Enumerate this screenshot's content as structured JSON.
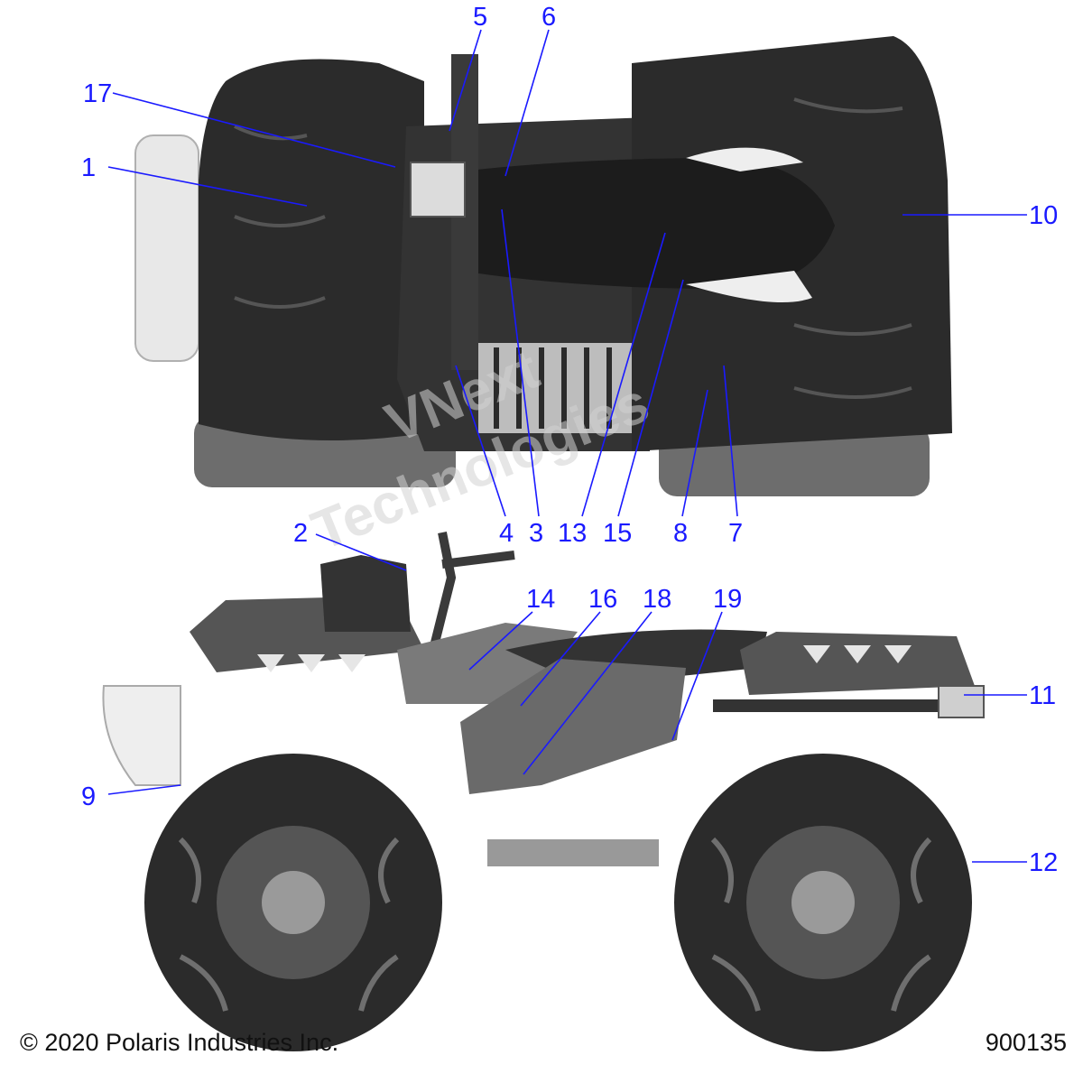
{
  "callouts": [
    {
      "id": "c1",
      "label": "1"
    },
    {
      "id": "c2",
      "label": "2"
    },
    {
      "id": "c3",
      "label": "3"
    },
    {
      "id": "c4",
      "label": "4"
    },
    {
      "id": "c5",
      "label": "5"
    },
    {
      "id": "c6",
      "label": "6"
    },
    {
      "id": "c7",
      "label": "7"
    },
    {
      "id": "c8",
      "label": "8"
    },
    {
      "id": "c9",
      "label": "9"
    },
    {
      "id": "c10",
      "label": "10"
    },
    {
      "id": "c11",
      "label": "11"
    },
    {
      "id": "c12",
      "label": "12"
    },
    {
      "id": "c13",
      "label": "13"
    },
    {
      "id": "c14",
      "label": "14"
    },
    {
      "id": "c15",
      "label": "15"
    },
    {
      "id": "c16",
      "label": "16"
    },
    {
      "id": "c17",
      "label": "17"
    },
    {
      "id": "c18",
      "label": "18"
    },
    {
      "id": "c19",
      "label": "19"
    }
  ],
  "footer": {
    "copyright": "© 2020 Polaris Industries Inc.",
    "diagram_id": "900135"
  },
  "watermark": {
    "line1": "VNext",
    "line2": "Technologies"
  },
  "colors": {
    "callout": "#1a1aff",
    "body_dark": "#2b2b2b",
    "body_mid": "#555555",
    "body_light": "#9a9a9a"
  }
}
